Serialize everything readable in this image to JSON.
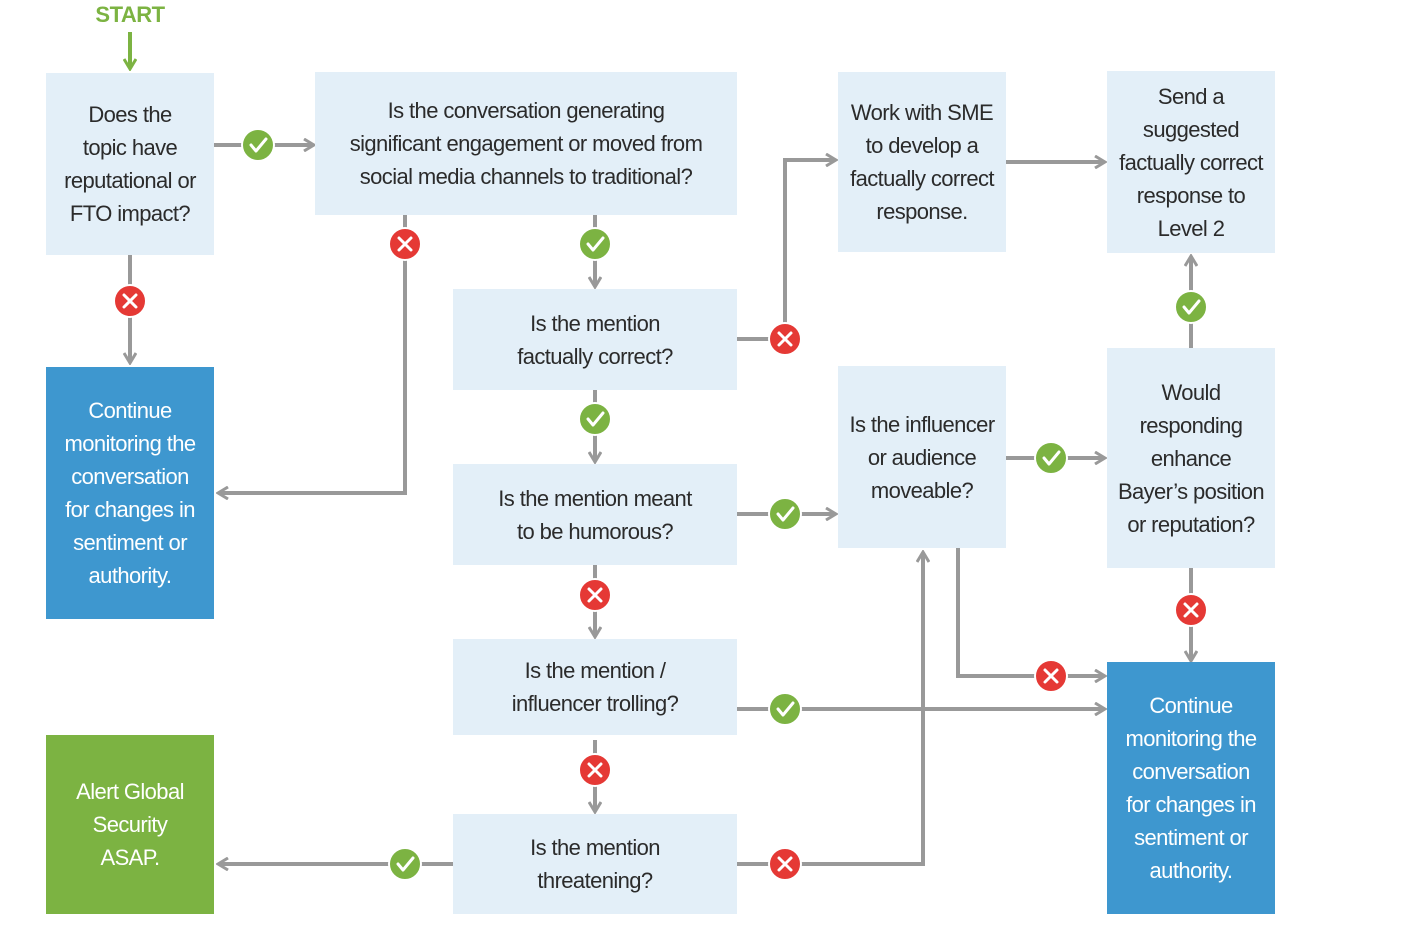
{
  "start": {
    "label": "START"
  },
  "nodes": {
    "topic_impact": "Does the\ntopic have\nreputational or\nFTO impact?",
    "engagement": "Is the conversation generating\nsignificant engagement or moved from\nsocial media channels to traditional?",
    "work_with_sme": "Work with SME\nto develop a\nfactually correct\nresponse.",
    "send_response": "Send a\nsuggested\nfactually correct\nresponse to\nLevel 2",
    "factually_correct": "Is the mention\nfactually correct?",
    "continue_monitoring_left": "Continue\nmonitoring the\nconversation\nfor changes in\nsentiment or\nauthority.",
    "humorous": "Is the mention meant\nto be humorous?",
    "influencer_moveable": "Is the influencer\nor audience\nmoveable?",
    "would_responding": "Would\nresponding\nenhance\nBayer’s position\nor reputation?",
    "trolling": "Is the mention /\ninfluencer trolling?",
    "continue_monitoring_right": "Continue\nmonitoring the\nconversation\nfor changes in\nsentiment or\nauthority.",
    "alert_security": "Alert Global\nSecurity\nASAP.",
    "threatening": "Is the mention\nthreatening?"
  },
  "colors": {
    "light_box": "#e3eff8",
    "dark_box": "#3e97cf",
    "green_box": "#7cb342",
    "yes_badge": "#7cb342",
    "no_badge": "#e53935",
    "connector": "#999999"
  },
  "icons": {
    "yes": "check-icon",
    "no": "cross-icon"
  }
}
